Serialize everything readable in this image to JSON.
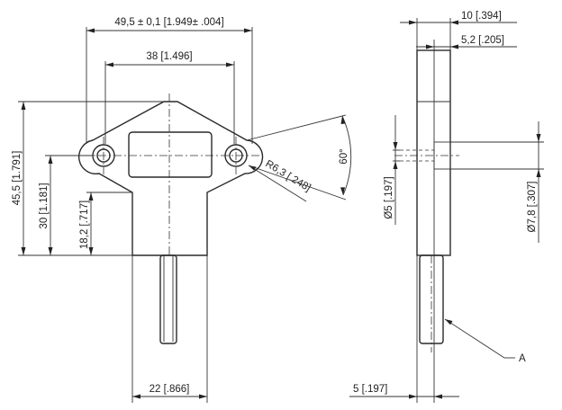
{
  "dimensions": {
    "overall_width": "49,5 ± 0,1 [1.949± .004]",
    "hole_spacing": "38 [1.496]",
    "overall_height": "45,5 [1.791]",
    "hole_height": "30 [1.181]",
    "stem_height": "18,2 [.717]",
    "stem_width": "22 [.866]",
    "corner_radius": "R6,3 [.248]",
    "flange_angle": "60°",
    "side_width": "10 [.394]",
    "flange_thickness": "5,2 [.205]",
    "hole_diameter": "Ø5 [.197]",
    "boss_diameter": "Ø7,8 [.307]",
    "pin_offset": "5 [.197]"
  },
  "callout_label": "A"
}
